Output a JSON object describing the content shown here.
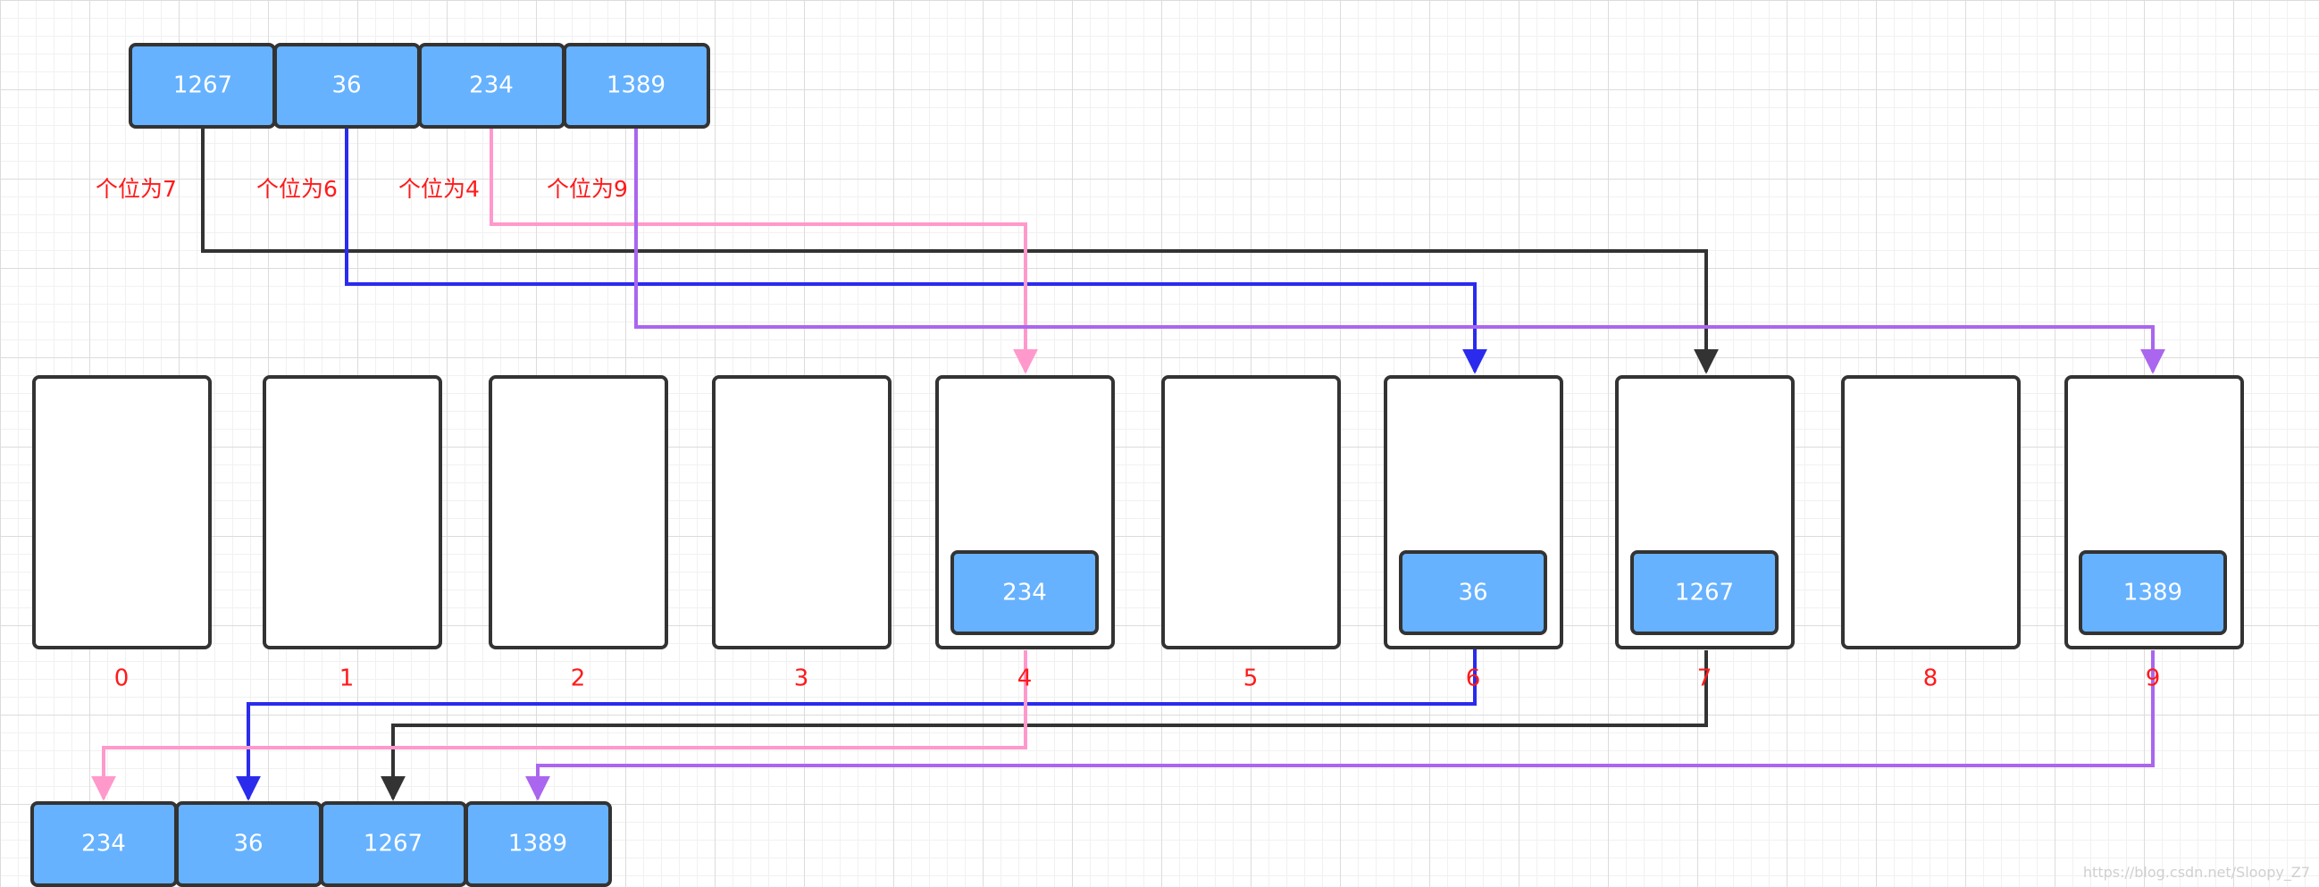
{
  "colors": {
    "box_fill": "#66b2ff",
    "box_stroke": "#333333",
    "bucket_stroke": "#333333",
    "label_red": "#ff1a1a",
    "line_black": "#333333",
    "line_blue": "#2b2bee",
    "line_pink": "#ff99cc",
    "line_purple": "#aa66ee"
  },
  "input_array": [
    "1267",
    "36",
    "234",
    "1389"
  ],
  "digit_labels": [
    "个位为7",
    "个位为6",
    "个位为4",
    "个位为9"
  ],
  "buckets": [
    {
      "index": "0",
      "items": []
    },
    {
      "index": "1",
      "items": []
    },
    {
      "index": "2",
      "items": []
    },
    {
      "index": "3",
      "items": []
    },
    {
      "index": "4",
      "items": [
        "234"
      ]
    },
    {
      "index": "5",
      "items": []
    },
    {
      "index": "6",
      "items": [
        "36"
      ]
    },
    {
      "index": "7",
      "items": [
        "1267"
      ]
    },
    {
      "index": "8",
      "items": []
    },
    {
      "index": "9",
      "items": [
        "1389"
      ]
    }
  ],
  "output_array": [
    "234",
    "36",
    "1267",
    "1389"
  ],
  "watermark": "https://blog.csdn.net/Sloopy_Z7"
}
